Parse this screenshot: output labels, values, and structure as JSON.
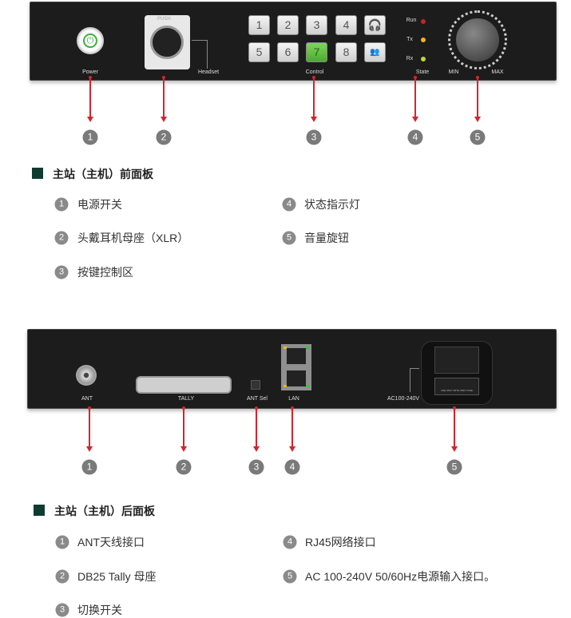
{
  "front": {
    "labels": {
      "power": "Power",
      "headset": "Headset",
      "control": "Control",
      "state": "State",
      "min": "MIN",
      "max": "MAX",
      "push": "PUSH"
    },
    "keys": [
      "1",
      "2",
      "3",
      "4",
      "5",
      "6",
      "7",
      "8"
    ],
    "active_key": "7",
    "leds": [
      {
        "label": "Run",
        "color": "#c0232a"
      },
      {
        "label": "Tx",
        "color": "#f2b21c"
      },
      {
        "label": "Rx",
        "color": "#c8d630"
      }
    ],
    "callouts": [
      "1",
      "2",
      "3",
      "4",
      "5"
    ],
    "section_title": "主站（主机）前面板",
    "items": [
      {
        "n": "1",
        "text": "电源开关"
      },
      {
        "n": "2",
        "text": "头戴耳机母座（XLR）"
      },
      {
        "n": "3",
        "text": "按键控制区"
      },
      {
        "n": "4",
        "text": "状态指示灯"
      },
      {
        "n": "5",
        "text": "音量旋钮"
      }
    ]
  },
  "back": {
    "labels": {
      "ant": "ANT",
      "tally": "TALLY",
      "ant_sel": "ANT Sel",
      "lan": "LAN",
      "ac": "AC100-240V",
      "fuse": "USE ONLY WITH 250V FUSE"
    },
    "callouts": [
      "1",
      "2",
      "3",
      "4",
      "5"
    ],
    "section_title": "主站（主机）后面板",
    "items": [
      {
        "n": "1",
        "text": "ANT天线接口"
      },
      {
        "n": "2",
        "text": "DB25 Tally 母座"
      },
      {
        "n": "3",
        "text": "切换开关"
      },
      {
        "n": "4",
        "text": "RJ45网络接口"
      },
      {
        "n": "5",
        "text": "AC 100-240V 50/60Hz电源输入接口。"
      }
    ]
  },
  "colors": {
    "accent": "#d9232d",
    "section_square": "#0f3b30",
    "callout": "#7a7a7a"
  }
}
